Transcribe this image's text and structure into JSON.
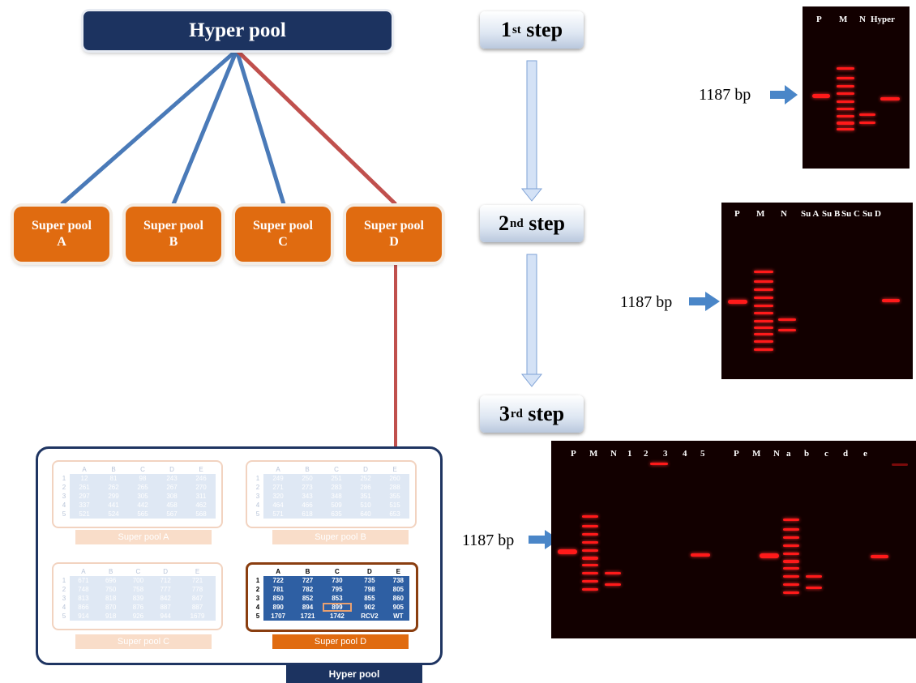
{
  "hyper_pool": {
    "label": "Hyper pool"
  },
  "super_pools": [
    {
      "line1": "Super pool",
      "line2": "A"
    },
    {
      "line1": "Super pool",
      "line2": "B"
    },
    {
      "line1": "Super pool",
      "line2": "C"
    },
    {
      "line1": "Super pool",
      "line2": "D"
    }
  ],
  "steps": [
    {
      "num": "1",
      "sup": "st",
      "word": "step"
    },
    {
      "num": "2",
      "sup": "nd",
      "word": "step"
    },
    {
      "num": "3",
      "sup": "rd",
      "word": "step"
    }
  ],
  "band_size": "1187 bp",
  "gels": {
    "gel1_lanes": [
      "P",
      "M",
      "N",
      "Hyper"
    ],
    "gel2_lanes": [
      "P",
      "M",
      "N",
      "Su A",
      "Su B",
      "Su C",
      "Su D"
    ],
    "gel3_lanes": [
      "P",
      "M",
      "N",
      "1",
      "2",
      "3",
      "4",
      "5",
      "P",
      "M",
      "N",
      "a",
      "b",
      "c",
      "d",
      "e"
    ]
  },
  "plates": {
    "col_headers": [
      "A",
      "B",
      "C",
      "D",
      "E"
    ],
    "row_headers": [
      "1",
      "2",
      "3",
      "4",
      "5"
    ],
    "A": {
      "label": "Super pool A",
      "rows": [
        [
          "12",
          "81",
          "98",
          "243",
          "246"
        ],
        [
          "261",
          "262",
          "265",
          "267",
          "270"
        ],
        [
          "297",
          "299",
          "305",
          "308",
          "311"
        ],
        [
          "337",
          "441",
          "442",
          "458",
          "462"
        ],
        [
          "521",
          "524",
          "565",
          "567",
          "568"
        ]
      ]
    },
    "B": {
      "label": "Super pool B",
      "rows": [
        [
          "249",
          "250",
          "251",
          "252",
          "260"
        ],
        [
          "271",
          "273",
          "283",
          "286",
          "288"
        ],
        [
          "320",
          "343",
          "348",
          "351",
          "355"
        ],
        [
          "464",
          "466",
          "509",
          "510",
          "515"
        ],
        [
          "571",
          "618",
          "635",
          "640",
          "653"
        ]
      ]
    },
    "C": {
      "label": "Super pool C",
      "rows": [
        [
          "671",
          "696",
          "700",
          "712",
          "721"
        ],
        [
          "748",
          "750",
          "758",
          "777",
          "778"
        ],
        [
          "813",
          "818",
          "839",
          "842",
          "847"
        ],
        [
          "866",
          "870",
          "876",
          "887",
          "887"
        ],
        [
          "914",
          "918",
          "926",
          "944",
          "1679"
        ]
      ]
    },
    "D": {
      "label": "Super pool D",
      "rows": [
        [
          "722",
          "727",
          "730",
          "735",
          "738"
        ],
        [
          "781",
          "782",
          "795",
          "798",
          "805"
        ],
        [
          "850",
          "852",
          "853",
          "855",
          "860"
        ],
        [
          "890",
          "894",
          "899",
          "902",
          "905"
        ],
        [
          "1707",
          "1721",
          "1742",
          "RCV2",
          "WT"
        ]
      ],
      "highlight": "899"
    }
  },
  "bottom_tag": "Hyper pool",
  "colors": {
    "navy": "#1c3360",
    "orange": "#e06b10",
    "blue_line": "#4a7ab8",
    "red_line": "#c0504d"
  }
}
